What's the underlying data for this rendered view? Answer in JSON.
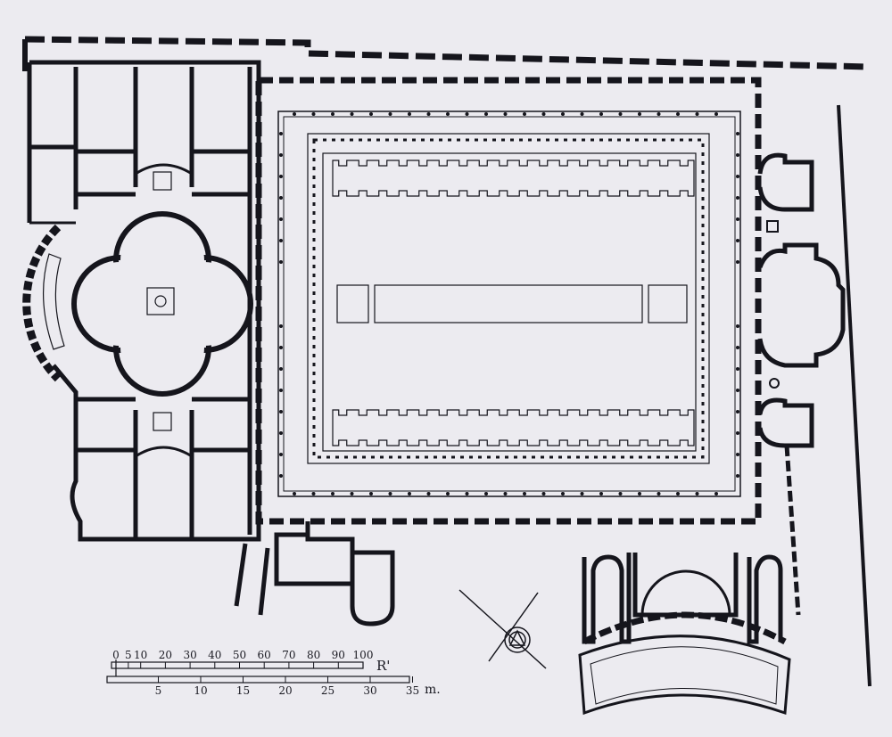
{
  "plan": {
    "ink_color": "#15151c",
    "paper_color": "#ecebf0"
  },
  "scale_roman": {
    "unit_label": "R'",
    "ticks": [
      "0",
      "5",
      "10",
      "20",
      "30",
      "40",
      "50",
      "60",
      "70",
      "80",
      "90",
      "100"
    ]
  },
  "scale_metric": {
    "unit_label": "m.",
    "ticks": [
      "5",
      "10",
      "15",
      "20",
      "25",
      "30",
      "35"
    ]
  }
}
